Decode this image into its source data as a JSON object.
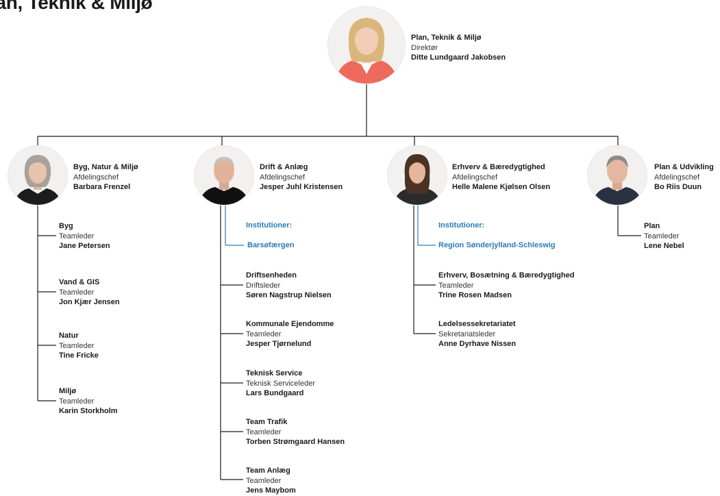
{
  "page_title": "lan, Teknik & Miljø",
  "director": {
    "title": "Plan, Teknik & Miljø",
    "role": "Direktør",
    "name": "Ditte Lundgaard Jakobsen"
  },
  "departments": [
    {
      "title": "Byg, Natur & Miljø",
      "role": "Afdelingschef",
      "name": "Barbara Frenzel",
      "teams": [
        {
          "title": "Byg",
          "role": "Teamleder",
          "name": "Jane Petersen"
        },
        {
          "title": "Vand & GIS",
          "role": "Teamleder",
          "name": "Jon Kjær Jensen"
        },
        {
          "title": "Natur",
          "role": "Teamleder",
          "name": "Tine Fricke"
        },
        {
          "title": "Miljø",
          "role": "Teamleder",
          "name": "Karin Storkholm"
        }
      ]
    },
    {
      "title": "Drift & Anlæg",
      "role": "Afdelingschef",
      "name": "Jesper Juhl Kristensen",
      "institutions_heading": "Institutioner:",
      "institutions": [
        "Barsøfærgen"
      ],
      "teams": [
        {
          "title": "Driftsenheden",
          "role": "Driftsleder",
          "name": "Søren Nagstrup Nielsen"
        },
        {
          "title": "Kommunale Ejendomme",
          "role": "Teamleder",
          "name": "Jesper Tjørnelund"
        },
        {
          "title": "Teknisk Service",
          "role": "Teknisk Serviceleder",
          "name": "Lars Bundgaard"
        },
        {
          "title": "Team Trafik",
          "role": "Teamleder",
          "name": "Torben Strømgaard Hansen"
        },
        {
          "title": "Team Anlæg",
          "role": "Teamleder",
          "name": "Jens Maybom"
        }
      ]
    },
    {
      "title": "Erhverv & Bæredygtighed",
      "role": "Afdelingschef",
      "name": "Helle Malene Kjølsen Olsen",
      "institutions_heading": "Institutioner:",
      "institutions": [
        "Region Sønderjylland-Schleswig"
      ],
      "teams": [
        {
          "title": "Erhverv, Bosætning & Bæredygtighed",
          "role": "Teamleder",
          "name": "Trine Rosen Madsen"
        },
        {
          "title": "Ledelsessekretariatet",
          "role": "Sekretariatsleder",
          "name": "Anne Dyrhave Nissen"
        }
      ]
    },
    {
      "title": "Plan & Udvikling",
      "role": "Afdelingschef",
      "name": "Bo Riis Duun",
      "teams": [
        {
          "title": "Plan",
          "role": "Teamleder",
          "name": "Lene Nebel"
        }
      ]
    }
  ],
  "colors": {
    "line": "#1a1a1a",
    "institution": "#2a7ab8"
  }
}
